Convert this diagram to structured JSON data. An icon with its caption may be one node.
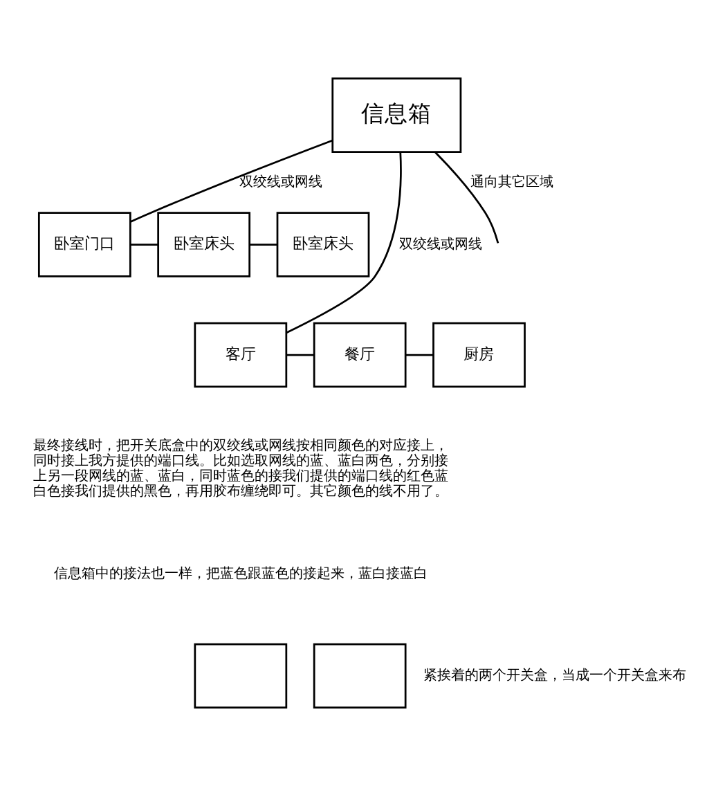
{
  "diagram": {
    "nodes": [
      {
        "text": [
          "信息箱"
        ]
      },
      {
        "text": [
          "卧室门口"
        ]
      },
      {
        "text": [
          "卧室床头"
        ]
      },
      {
        "text": [
          "卧室床头"
        ]
      },
      {
        "text": [
          "客厅"
        ]
      },
      {
        "text": [
          "餐厅"
        ]
      },
      {
        "text": [
          "厨房"
        ]
      },
      {
        "text": [],
        "shape": "box"
      },
      {
        "text": [],
        "shape": "box",
        "beside": [
          "紧挨着的两个开关盒，当成一个开关盒来布"
        ]
      }
    ],
    "edges": [
      {
        "from": 0,
        "to": 1,
        "arrow": "none",
        "label": "双绞线或网线"
      },
      {
        "from": 1,
        "to": 2,
        "arrow": "none"
      },
      {
        "from": 2,
        "to": 3,
        "arrow": "none"
      },
      {
        "from": 0,
        "to": null,
        "arrow": "none",
        "label": "通向其它区域"
      },
      {
        "from": 0,
        "to": 4,
        "arrow": "none",
        "label": "双绞线或网线"
      },
      {
        "from": 4,
        "to": 5,
        "arrow": "none"
      },
      {
        "from": 5,
        "to": 6,
        "arrow": "none"
      }
    ],
    "labels": [
      "最终接线时，把开关底盒中的双绞线或网线按相同颜色的对应接上，同时接上我方提供的端口线。比如选取网线的蓝、蓝白两色，分别接上另一段网线的蓝、蓝白，同时蓝色的接我们提供的端口线的红色蓝白色接我们提供的黑色，再用胶布缠绕即可。其它颜色的线不用了。",
      "信息箱中的接法也一样，把蓝色跟蓝色的接起来，蓝白接蓝白"
    ]
  }
}
